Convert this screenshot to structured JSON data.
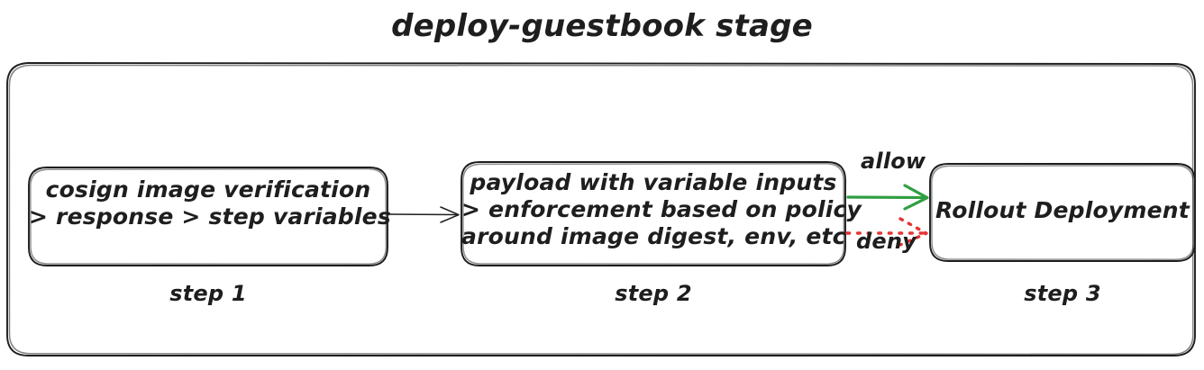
{
  "diagram": {
    "title": "deploy-guestbook stage",
    "style": "hand-drawn",
    "colors": {
      "stroke": "#1e1e1e",
      "background": "#ffffff",
      "allow_arrow": "#2f9e41",
      "deny_arrow": "#e63232"
    }
  },
  "nodes": [
    {
      "id": "step1",
      "caption": "step 1",
      "lines": [
        "cosign image verification",
        "> response > step variables"
      ]
    },
    {
      "id": "step2",
      "caption": "step 2",
      "lines": [
        "payload with variable inputs",
        "> enforcement based on policy",
        "around image digest, env, etc"
      ]
    },
    {
      "id": "step3",
      "caption": "step 3",
      "lines": [
        "Rollout Deployment"
      ]
    }
  ],
  "edges": [
    {
      "id": "edge-step1-step2",
      "label": "",
      "from": "step1",
      "to": "step2",
      "style": "solid",
      "color": "#1e1e1e"
    },
    {
      "id": "edge-allow",
      "label": "allow",
      "from": "step2",
      "to": "step3",
      "style": "solid",
      "color": "#2f9e41"
    },
    {
      "id": "edge-deny",
      "label": "deny",
      "from": "step2",
      "to": "step3",
      "style": "dotted",
      "color": "#e63232"
    }
  ]
}
